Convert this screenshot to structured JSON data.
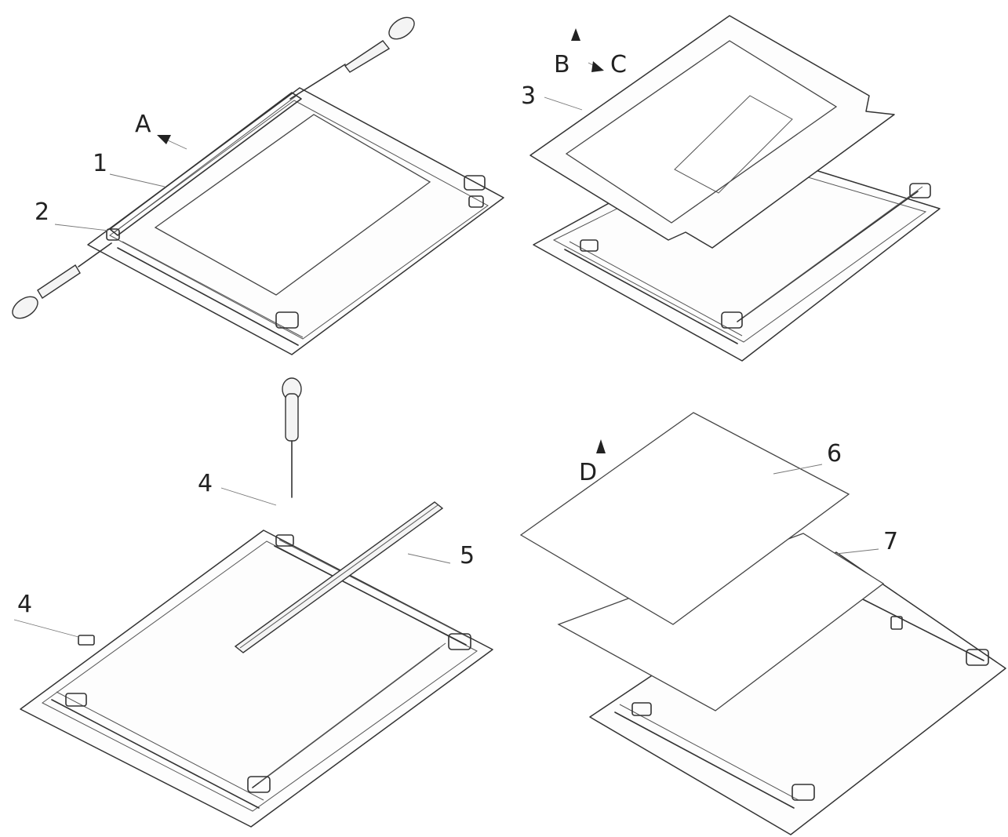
{
  "callouts": {
    "label_1": "1",
    "label_2": "2",
    "label_3": "3",
    "label_4a": "4",
    "label_4b": "4",
    "label_5": "5",
    "label_6": "6",
    "label_7": "7",
    "label_A": "A",
    "label_B": "B",
    "label_C": "C",
    "label_D": "D"
  }
}
